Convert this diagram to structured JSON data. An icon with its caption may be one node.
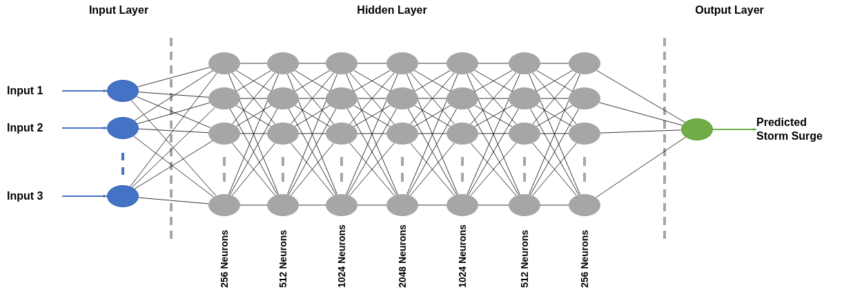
{
  "diagram": {
    "nodes": [
      {
        "text": [
          "Input 1"
        ]
      },
      {
        "text": [],
        "shape": "circle"
      },
      {
        "text": [
          "Input 2"
        ]
      },
      {
        "text": [],
        "shape": "circle"
      },
      {
        "text": [
          "Input 3"
        ]
      },
      {
        "text": [],
        "shape": "circle"
      },
      {
        "text": [],
        "shape": "circle"
      },
      {
        "text": [],
        "shape": "circle"
      },
      {
        "text": [],
        "shape": "circle"
      },
      {
        "text": [],
        "shape": "circle"
      },
      {
        "text": [],
        "shape": "circle"
      },
      {
        "text": [],
        "shape": "circle"
      },
      {
        "text": [],
        "shape": "circle"
      },
      {
        "text": [],
        "shape": "circle"
      },
      {
        "text": [],
        "shape": "circle"
      },
      {
        "text": [],
        "shape": "circle"
      },
      {
        "text": [],
        "shape": "circle"
      },
      {
        "text": [],
        "shape": "circle"
      },
      {
        "text": [],
        "shape": "circle"
      },
      {
        "text": [],
        "shape": "circle"
      },
      {
        "text": [],
        "shape": "circle"
      },
      {
        "text": [],
        "shape": "circle"
      },
      {
        "text": [],
        "shape": "circle"
      },
      {
        "text": [],
        "shape": "circle"
      },
      {
        "text": [],
        "shape": "circle"
      },
      {
        "text": [],
        "shape": "circle"
      },
      {
        "text": [],
        "shape": "circle"
      },
      {
        "text": [],
        "shape": "circle"
      },
      {
        "text": [],
        "shape": "circle"
      },
      {
        "text": [],
        "shape": "circle"
      },
      {
        "text": [],
        "shape": "circle"
      },
      {
        "text": [],
        "shape": "circle"
      },
      {
        "text": [],
        "shape": "circle"
      },
      {
        "text": [],
        "shape": "circle"
      },
      {
        "text": [],
        "shape": "circle"
      },
      {
        "text": [
          "Predicted Storm Surge"
        ]
      }
    ],
    "edges": [
      {
        "from": 0,
        "to": 1,
        "arrow": "to",
        "color": "#4472c4"
      },
      {
        "from": 2,
        "to": 3,
        "arrow": "to",
        "color": "#4472c4"
      },
      {
        "from": 4,
        "to": 5,
        "arrow": "to",
        "color": "#4472c4"
      },
      {
        "from": 1,
        "to": 6,
        "arrow": "none"
      },
      {
        "from": 1,
        "to": 7,
        "arrow": "none"
      },
      {
        "from": 1,
        "to": 8,
        "arrow": "none"
      },
      {
        "from": 1,
        "to": 9,
        "arrow": "none"
      },
      {
        "from": 3,
        "to": 6,
        "arrow": "none"
      },
      {
        "from": 3,
        "to": 7,
        "arrow": "none"
      },
      {
        "from": 3,
        "to": 8,
        "arrow": "none"
      },
      {
        "from": 3,
        "to": 9,
        "arrow": "none"
      },
      {
        "from": 5,
        "to": 6,
        "arrow": "none"
      },
      {
        "from": 5,
        "to": 7,
        "arrow": "none"
      },
      {
        "from": 5,
        "to": 8,
        "arrow": "none"
      },
      {
        "from": 5,
        "to": 9,
        "arrow": "none"
      },
      {
        "from": 6,
        "to": 10,
        "arrow": "none"
      },
      {
        "from": 6,
        "to": 11,
        "arrow": "none"
      },
      {
        "from": 6,
        "to": 12,
        "arrow": "none"
      },
      {
        "from": 6,
        "to": 13,
        "arrow": "none"
      },
      {
        "from": 7,
        "to": 10,
        "arrow": "none"
      },
      {
        "from": 7,
        "to": 11,
        "arrow": "none"
      },
      {
        "from": 7,
        "to": 12,
        "arrow": "none"
      },
      {
        "from": 7,
        "to": 13,
        "arrow": "none"
      },
      {
        "from": 8,
        "to": 10,
        "arrow": "none"
      },
      {
        "from": 8,
        "to": 11,
        "arrow": "none"
      },
      {
        "from": 8,
        "to": 12,
        "arrow": "none"
      },
      {
        "from": 8,
        "to": 13,
        "arrow": "none"
      },
      {
        "from": 9,
        "to": 10,
        "arrow": "none"
      },
      {
        "from": 9,
        "to": 11,
        "arrow": "none"
      },
      {
        "from": 9,
        "to": 12,
        "arrow": "none"
      },
      {
        "from": 9,
        "to": 13,
        "arrow": "none"
      },
      {
        "from": 10,
        "to": 14,
        "arrow": "none"
      },
      {
        "from": 10,
        "to": 15,
        "arrow": "none"
      },
      {
        "from": 10,
        "to": 16,
        "arrow": "none"
      },
      {
        "from": 10,
        "to": 17,
        "arrow": "none"
      },
      {
        "from": 11,
        "to": 14,
        "arrow": "none"
      },
      {
        "from": 11,
        "to": 15,
        "arrow": "none"
      },
      {
        "from": 11,
        "to": 16,
        "arrow": "none"
      },
      {
        "from": 11,
        "to": 17,
        "arrow": "none"
      },
      {
        "from": 12,
        "to": 14,
        "arrow": "none"
      },
      {
        "from": 12,
        "to": 15,
        "arrow": "none"
      },
      {
        "from": 12,
        "to": 16,
        "arrow": "none"
      },
      {
        "from": 12,
        "to": 17,
        "arrow": "none"
      },
      {
        "from": 13,
        "to": 14,
        "arrow": "none"
      },
      {
        "from": 13,
        "to": 15,
        "arrow": "none"
      },
      {
        "from": 13,
        "to": 16,
        "arrow": "none"
      },
      {
        "from": 13,
        "to": 17,
        "arrow": "none"
      },
      {
        "from": 14,
        "to": 18,
        "arrow": "none"
      },
      {
        "from": 14,
        "to": 19,
        "arrow": "none"
      },
      {
        "from": 14,
        "to": 20,
        "arrow": "none"
      },
      {
        "from": 14,
        "to": 21,
        "arrow": "none"
      },
      {
        "from": 15,
        "to": 18,
        "arrow": "none"
      },
      {
        "from": 15,
        "to": 19,
        "arrow": "none"
      },
      {
        "from": 15,
        "to": 20,
        "arrow": "none"
      },
      {
        "from": 15,
        "to": 21,
        "arrow": "none"
      },
      {
        "from": 16,
        "to": 18,
        "arrow": "none"
      },
      {
        "from": 16,
        "to": 19,
        "arrow": "none"
      },
      {
        "from": 16,
        "to": 20,
        "arrow": "none"
      },
      {
        "from": 16,
        "to": 21,
        "arrow": "none"
      },
      {
        "from": 17,
        "to": 18,
        "arrow": "none"
      },
      {
        "from": 17,
        "to": 19,
        "arrow": "none"
      },
      {
        "from": 17,
        "to": 20,
        "arrow": "none"
      },
      {
        "from": 17,
        "to": 21,
        "arrow": "none"
      },
      {
        "from": 18,
        "to": 22,
        "arrow": "none"
      },
      {
        "from": 18,
        "to": 23,
        "arrow": "none"
      },
      {
        "from": 18,
        "to": 24,
        "arrow": "none"
      },
      {
        "from": 18,
        "to": 25,
        "arrow": "none"
      },
      {
        "from": 19,
        "to": 22,
        "arrow": "none"
      },
      {
        "from": 19,
        "to": 23,
        "arrow": "none"
      },
      {
        "from": 19,
        "to": 24,
        "arrow": "none"
      },
      {
        "from": 19,
        "to": 25,
        "arrow": "none"
      },
      {
        "from": 20,
        "to": 22,
        "arrow": "none"
      },
      {
        "from": 20,
        "to": 23,
        "arrow": "none"
      },
      {
        "from": 20,
        "to": 24,
        "arrow": "none"
      },
      {
        "from": 20,
        "to": 25,
        "arrow": "none"
      },
      {
        "from": 21,
        "to": 22,
        "arrow": "none"
      },
      {
        "from": 21,
        "to": 23,
        "arrow": "none"
      },
      {
        "from": 21,
        "to": 24,
        "arrow": "none"
      },
      {
        "from": 21,
        "to": 25,
        "arrow": "none"
      },
      {
        "from": 22,
        "to": 26,
        "arrow": "none"
      },
      {
        "from": 22,
        "to": 27,
        "arrow": "none"
      },
      {
        "from": 22,
        "to": 28,
        "arrow": "none"
      },
      {
        "from": 22,
        "to": 29,
        "arrow": "none"
      },
      {
        "from": 23,
        "to": 26,
        "arrow": "none"
      },
      {
        "from": 23,
        "to": 27,
        "arrow": "none"
      },
      {
        "from": 23,
        "to": 28,
        "arrow": "none"
      },
      {
        "from": 23,
        "to": 29,
        "arrow": "none"
      },
      {
        "from": 24,
        "to": 26,
        "arrow": "none"
      },
      {
        "from": 24,
        "to": 27,
        "arrow": "none"
      },
      {
        "from": 24,
        "to": 28,
        "arrow": "none"
      },
      {
        "from": 24,
        "to": 29,
        "arrow": "none"
      },
      {
        "from": 25,
        "to": 26,
        "arrow": "none"
      },
      {
        "from": 25,
        "to": 27,
        "arrow": "none"
      },
      {
        "from": 25,
        "to": 28,
        "arrow": "none"
      },
      {
        "from": 25,
        "to": 29,
        "arrow": "none"
      },
      {
        "from": 26,
        "to": 30,
        "arrow": "none"
      },
      {
        "from": 26,
        "to": 31,
        "arrow": "none"
      },
      {
        "from": 26,
        "to": 32,
        "arrow": "none"
      },
      {
        "from": 26,
        "to": 33,
        "arrow": "none"
      },
      {
        "from": 27,
        "to": 30,
        "arrow": "none"
      },
      {
        "from": 27,
        "to": 31,
        "arrow": "none"
      },
      {
        "from": 27,
        "to": 32,
        "arrow": "none"
      },
      {
        "from": 27,
        "to": 33,
        "arrow": "none"
      },
      {
        "from": 28,
        "to": 30,
        "arrow": "none"
      },
      {
        "from": 28,
        "to": 31,
        "arrow": "none"
      },
      {
        "from": 28,
        "to": 32,
        "arrow": "none"
      },
      {
        "from": 28,
        "to": 33,
        "arrow": "none"
      },
      {
        "from": 29,
        "to": 30,
        "arrow": "none"
      },
      {
        "from": 29,
        "to": 31,
        "arrow": "none"
      },
      {
        "from": 29,
        "to": 32,
        "arrow": "none"
      },
      {
        "from": 29,
        "to": 33,
        "arrow": "none"
      },
      {
        "from": 30,
        "to": 34,
        "arrow": "none"
      },
      {
        "from": 31,
        "to": 34,
        "arrow": "none"
      },
      {
        "from": 32,
        "to": 34,
        "arrow": "none"
      },
      {
        "from": 33,
        "to": 34,
        "arrow": "none"
      },
      {
        "from": 34,
        "to": 35,
        "arrow": "to",
        "color": "#70ad47"
      }
    ],
    "labels": [
      "Input Layer",
      "Hidden Layer",
      "Output Layer",
      "256 Neurons",
      "512 Neurons",
      "1024 Neurons",
      "2048 Neurons",
      "1024 Neurons",
      "512 Neurons",
      "256 Neurons"
    ]
  }
}
